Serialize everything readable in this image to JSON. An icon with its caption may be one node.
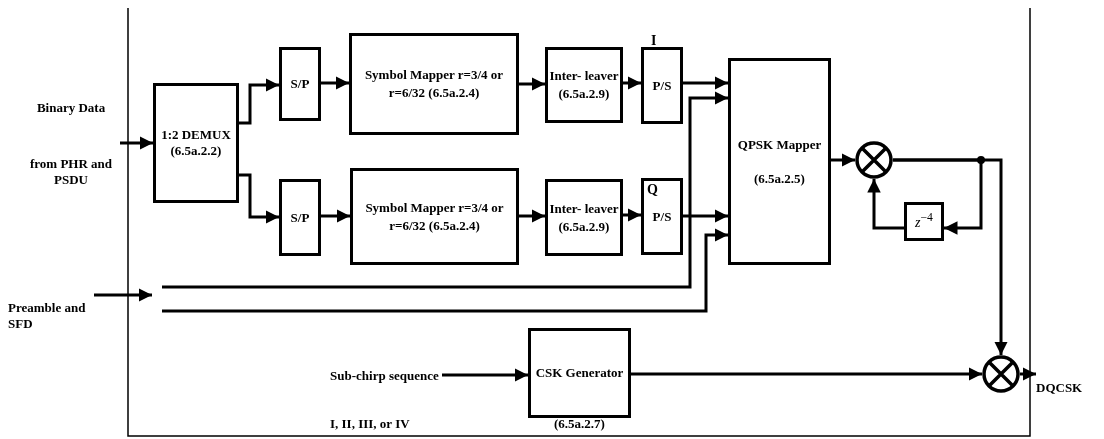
{
  "diagram": {
    "nodes": [
      {
        "text": [
          "Binary Data",
          "from PHR and PSDU"
        ]
      },
      {
        "text": [
          "1:2 DEMUX (6.5a.2.2)"
        ]
      },
      {
        "text": [
          "S/P"
        ]
      },
      {
        "text": [
          "Symbol Mapper r=3/4 or r=6/32 (6.5a.2.4)"
        ]
      },
      {
        "text": [
          "Inter- leaver (6.5a.2.9)"
        ]
      },
      {
        "text": [
          "P/S"
        ]
      },
      {
        "text": [
          "S/P"
        ]
      },
      {
        "text": [
          "Symbol Mapper r=3/4 or r=6/32 (6.5a.2.4)"
        ]
      },
      {
        "text": [
          "Inter- leaver (6.5a.2.9)"
        ]
      },
      {
        "text": [
          "P/S"
        ]
      },
      {
        "text": [
          "QPSK Mapper (6.5a.2.5)"
        ]
      },
      {
        "text": [
          "Preamble and SFD"
        ]
      },
      {
        "text": [
          "Sub-chirp sequence",
          "I, II, III, or IV"
        ]
      },
      {
        "text": [
          "CSK Generator",
          "(6.5a.2.7)"
        ]
      },
      {
        "text": [],
        "shape": "circle"
      },
      {
        "text": [
          "*z*$^{−4}$"
        ]
      },
      {
        "text": [],
        "shape": "circle"
      },
      {
        "text": [
          "DQCSK"
        ]
      }
    ],
    "edges": [
      {
        "from": 0,
        "to": 1,
        "arrow": "to"
      },
      {
        "from": 1,
        "to": 2,
        "arrow": "to"
      },
      {
        "from": 1,
        "to": 6,
        "arrow": "to"
      },
      {
        "from": 2,
        "to": 3,
        "arrow": "to"
      },
      {
        "from": 3,
        "to": 4,
        "arrow": "to"
      },
      {
        "from": 4,
        "to": 5,
        "arrow": "to"
      },
      {
        "from": 5,
        "to": 10,
        "arrow": "to"
      },
      {
        "from": 6,
        "to": 7,
        "arrow": "to"
      },
      {
        "from": 7,
        "to": 8,
        "arrow": "to"
      },
      {
        "from": 8,
        "to": 9,
        "arrow": "to"
      },
      {
        "from": 9,
        "to": 10,
        "arrow": "to"
      },
      {
        "from": 11,
        "to": null,
        "arrow": "to"
      },
      {
        "from": null,
        "to": 10,
        "arrow": "to"
      },
      {
        "from": null,
        "to": 10,
        "arrow": "to"
      },
      {
        "from": 12,
        "to": 13,
        "arrow": "to"
      },
      {
        "from": 13,
        "to": 16,
        "arrow": "to"
      },
      {
        "from": 10,
        "to": 14,
        "arrow": "to"
      },
      {
        "from": 14,
        "to": 16,
        "arrow": "to"
      },
      {
        "from": 14,
        "to": 15,
        "arrow": "to"
      },
      {
        "from": 15,
        "to": 14,
        "arrow": "to"
      },
      {
        "from": 16,
        "to": 17,
        "arrow": "to"
      }
    ],
    "labels": [
      "I",
      "Q"
    ]
  }
}
